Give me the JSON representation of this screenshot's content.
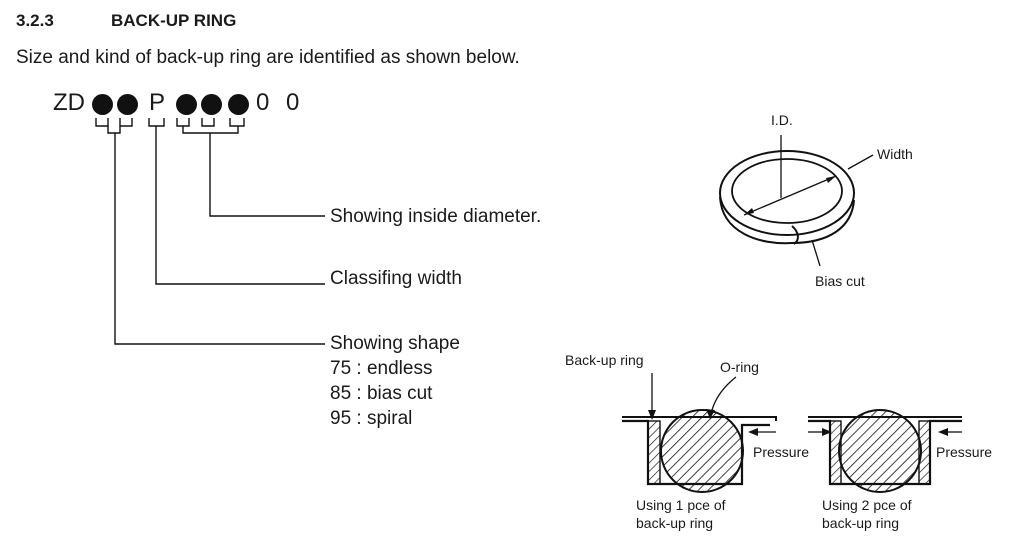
{
  "section": {
    "number": "3.2.3",
    "title": "BACK-UP RING"
  },
  "intro": "Size and kind of back-up ring are identified as shown below.",
  "code": {
    "prefix": "ZD",
    "middle": "P",
    "zero1": "0",
    "zero2": "0"
  },
  "descriptions": {
    "inside_diameter": "Showing inside diameter.",
    "width": "Classifing width",
    "shape": "Showing shape",
    "shape_options": [
      "75 : endless",
      "85 : bias cut",
      "95 : spiral"
    ]
  },
  "ring_diagram": {
    "id_label": "I.D.",
    "width_label": "Width",
    "bias_label": "Bias cut"
  },
  "groove_diagram": {
    "backup_label": "Back-up ring",
    "oring_label": "O-ring",
    "pressure_left": "Pressure",
    "pressure_right": "Pressure",
    "caption1": [
      "Using 1 pce of",
      "back-up ring"
    ],
    "caption2": [
      "Using 2 pce of",
      "back-up ring"
    ]
  }
}
